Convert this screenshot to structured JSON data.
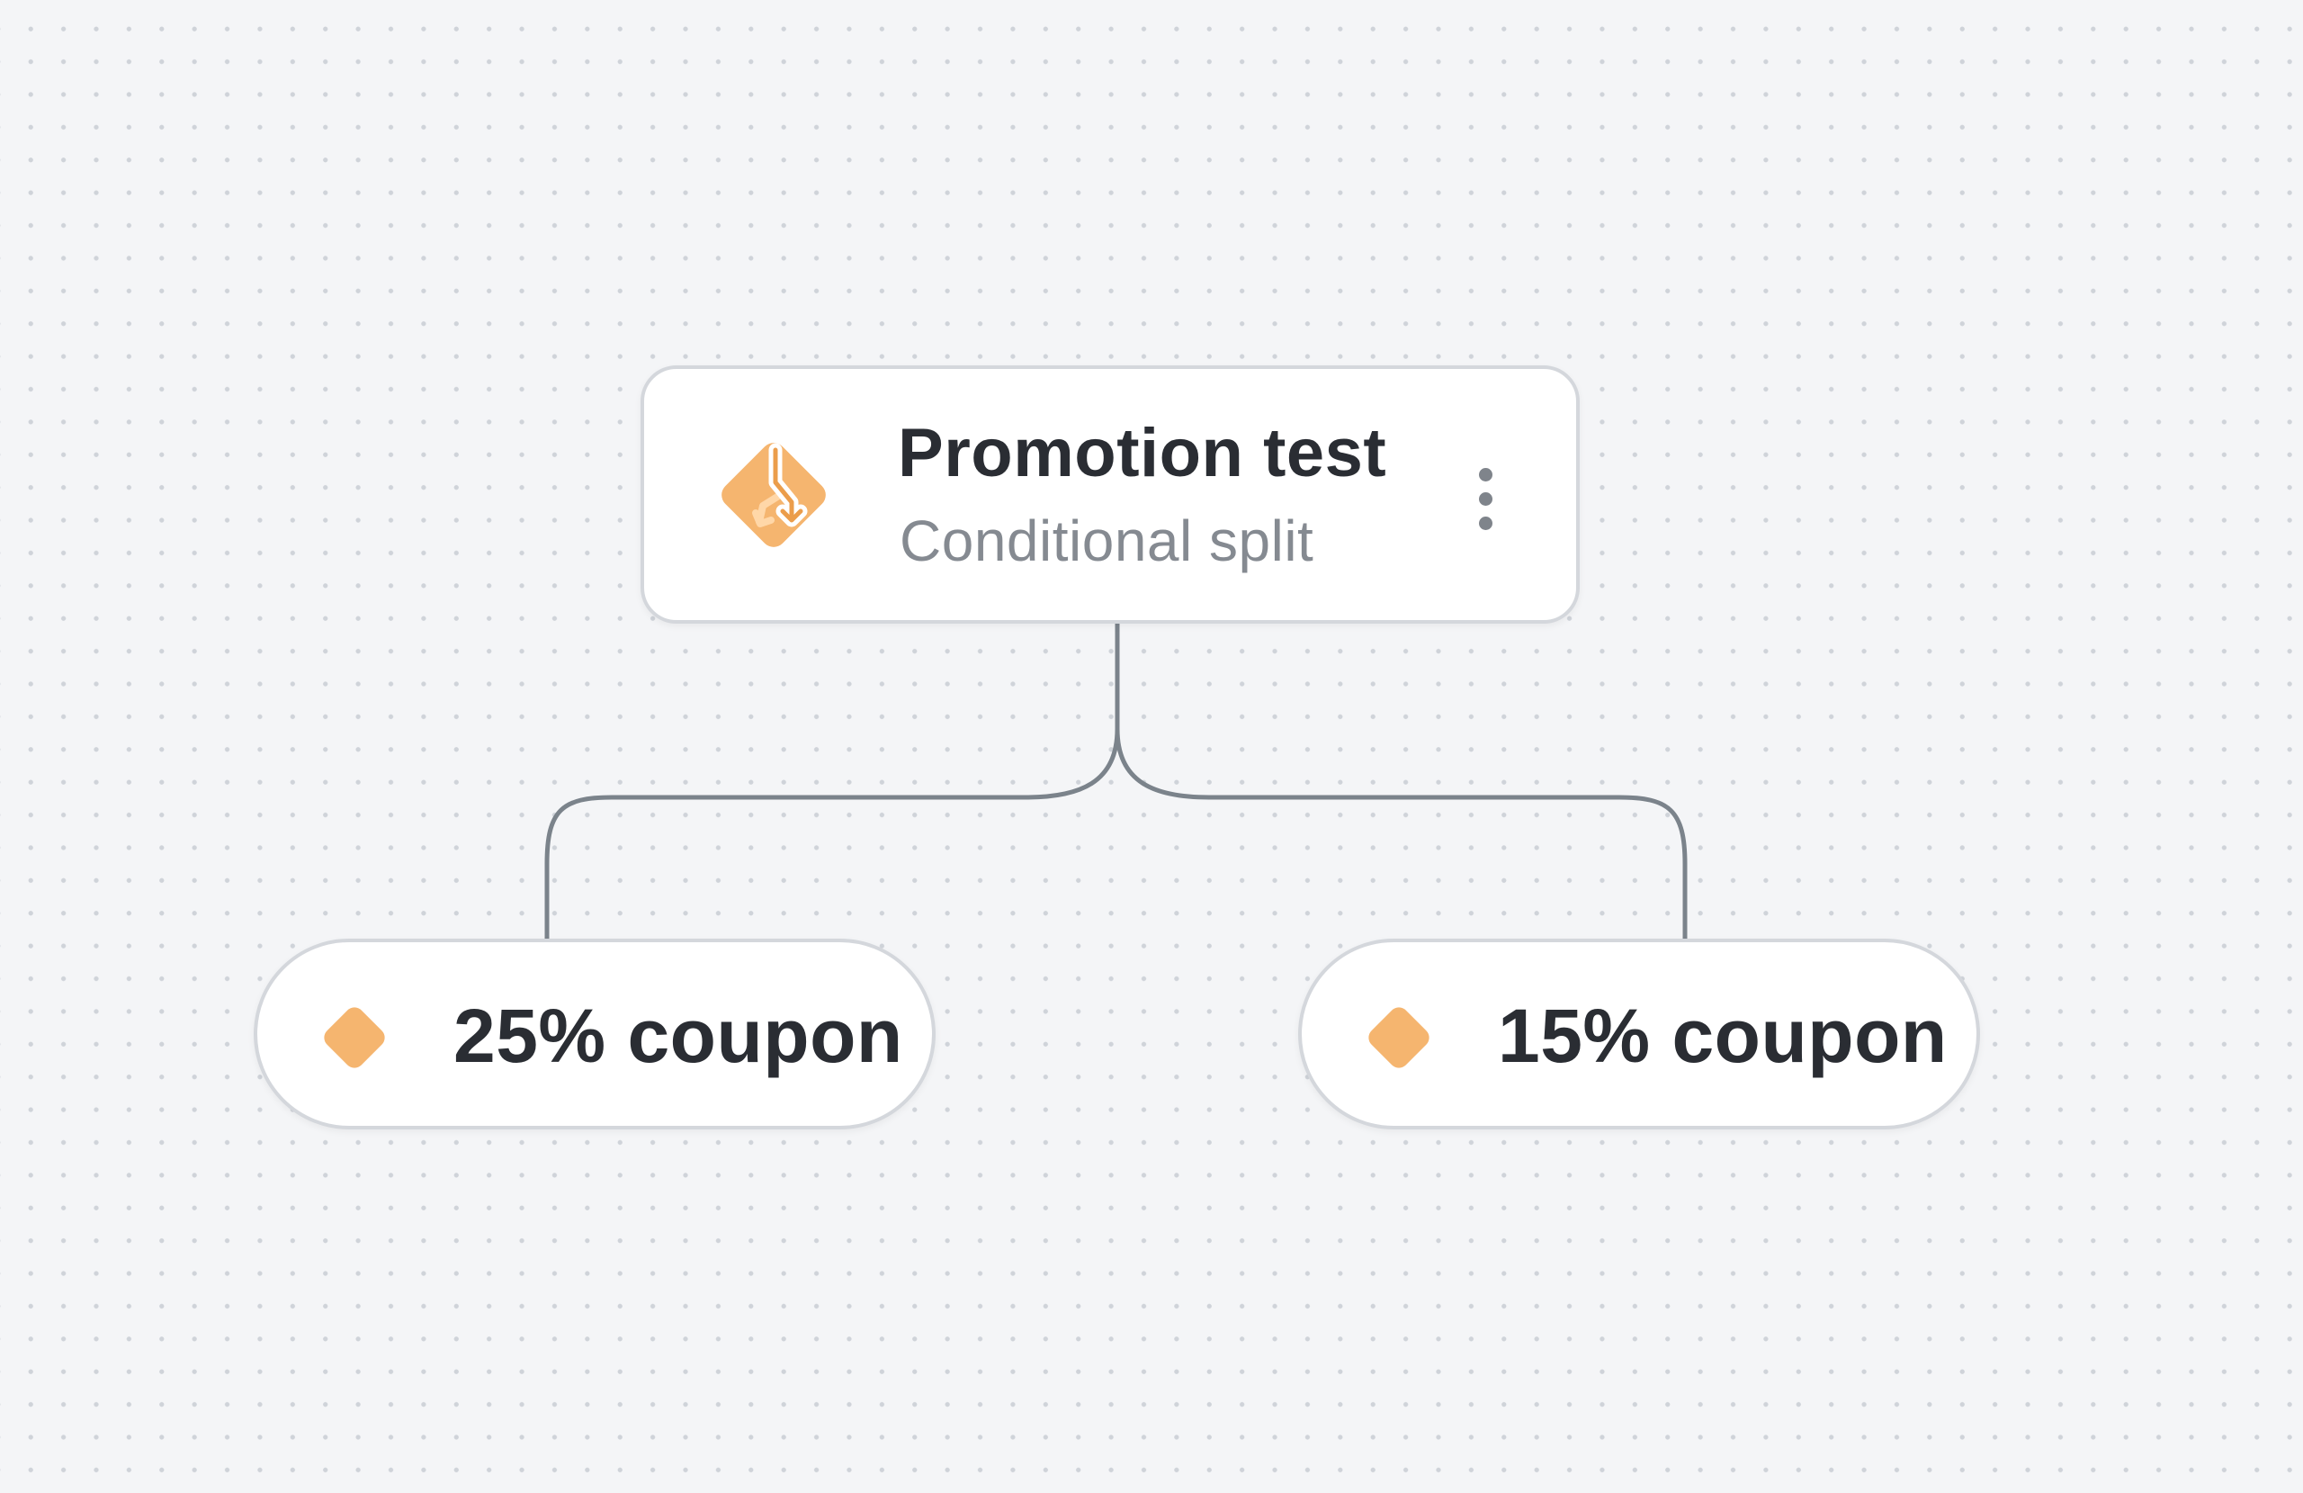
{
  "split_node": {
    "title": "Promotion test",
    "subtitle": "Conditional split",
    "icon": "conditional-split-icon",
    "menu_icon": "more-vertical-icon"
  },
  "branches": [
    {
      "label": "25% coupon",
      "icon": "branch-diamond-icon"
    },
    {
      "label": "15% coupon",
      "icon": "branch-diamond-icon"
    }
  ],
  "colors": {
    "accent": "#f5b56f",
    "accent_dark": "#eb9d4b",
    "connector": "#7b838b",
    "node_border": "#d4d7dc",
    "canvas_background": "#f4f5f7"
  }
}
